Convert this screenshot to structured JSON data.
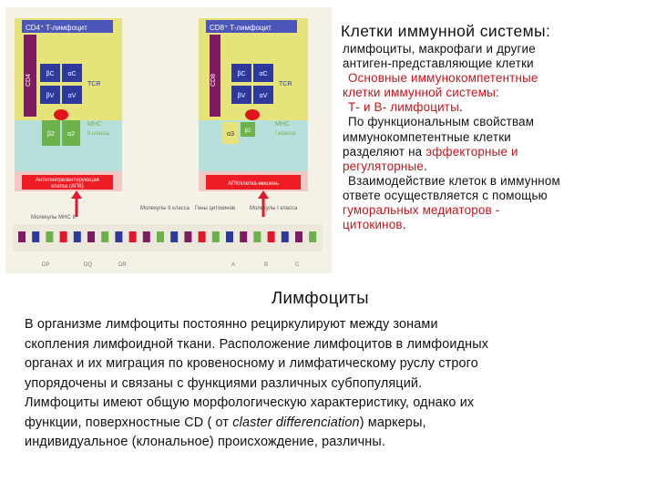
{
  "figure": {
    "cd4_title": "CD4⁺ T-лимфоцит",
    "cd8_title": "CD8⁺ T-лимфоцит",
    "cd4_vert": "CD4",
    "cd8_vert": "CD8",
    "bc": "βC",
    "ac": "αC",
    "bv": "βV",
    "av": "αV",
    "tcr": "TCR",
    "mhc": "MHC",
    "mhc2": "II класса",
    "mhc1": "I класса",
    "b2": "β2",
    "a2": "α2",
    "a3": "α3",
    "b2m": "β2",
    "apc_left_1": "Антигенпрезентирующая",
    "apc_left_2": "клетка (АПК)",
    "apc_right": "АПК/клетка-мишень",
    "bottom_labels": [
      "Молекулы MHC II",
      "Молекулы II класса",
      "Гены цитокинов",
      "Молекулы I класса"
    ],
    "gene_labels": [
      "DP",
      "DQ",
      "DR",
      "A",
      "B",
      "C"
    ]
  },
  "right": {
    "title_main": "Клетки иммунной системы",
    "title_colon": ":",
    "l1": "лимфоциты, макрофаги и другие",
    "l2": "антиген-представляющие клетки",
    "l3": "Основные иммунокомпетентные",
    "l4": "клетки иммунной системы:",
    "l5": "Т- и В- лимфоциты",
    "l5_end": ".",
    "l6": "По функциональным свойствам",
    "l7": "иммунокомпетентные клетки",
    "l8a": "разделяют на ",
    "l8b": "эффекторные и",
    "l9": "регуляторные",
    "l9_end": ".",
    "l10": "Взаимодействие клеток в иммунном",
    "l11": "ответе осуществляется с помощью",
    "l12": "гуморальных медиаторов -",
    "l13": "цитокинов",
    "l13_end": "."
  },
  "section_title": "Лимфоциты",
  "para": {
    "p1": "В организме лимфоциты постоянно рециркулируют между зонами",
    "p2": "скопления лимфоидной ткани. Расположение лимфоцитов в лимфоидных",
    "p3": "органах и их миграция по кровеносному и лимфатическому руслу строго",
    "p4": "упорядочены и связаны с функциями различных субпопуляций.",
    "p5": "Лимфоциты имеют общую морфологическую характеристику, однако их",
    "p6a": "функции, поверхностные CD ( от ",
    "p6b": "claster differenciation",
    "p6c": ") маркеры,",
    "p7": "индивидуальное (клональное) происхождение, различны."
  }
}
